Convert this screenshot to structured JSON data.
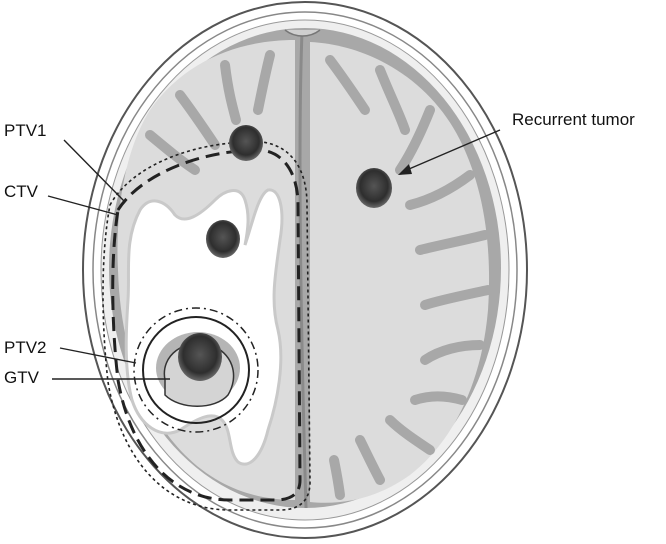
{
  "labels": {
    "ptv1": "PTV1",
    "ctv": "CTV",
    "ptv2": "PTV2",
    "gtv": "GTV",
    "recurrent_tumor": "Recurrent tumor"
  },
  "colors": {
    "skull_outline": "#555555",
    "skull_fill": "#ffffff",
    "brain_gray_matter": "#a8a8a8",
    "brain_white_matter": "#dcdcdc",
    "resection_cavity": "#ffffff",
    "tumor": "#3a3a3a",
    "contour_lines": "#222222"
  },
  "legend_line_styles": {
    "ptv1": "dotted",
    "ctv": "dashed",
    "ptv2": "dash-dot",
    "gtv": "solid"
  }
}
